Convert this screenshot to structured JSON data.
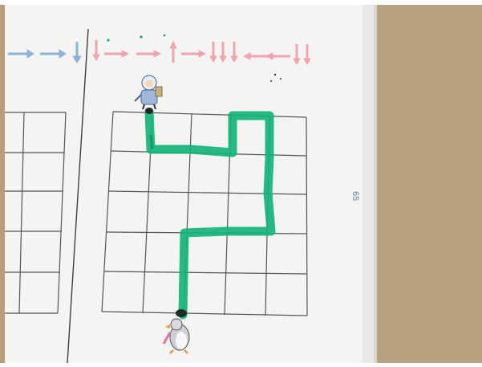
{
  "photo": {
    "page_number": "65",
    "arrow_sequence_left": [
      "right",
      "right",
      "down"
    ],
    "arrow_sequence_right": [
      "down",
      "right",
      "right",
      "up",
      "right",
      "down",
      "down",
      "down",
      "left",
      "left",
      "down",
      "down"
    ],
    "colors": {
      "paper": "#f4f4f2",
      "table": "#b99d78",
      "grid_line": "#555555",
      "path_marker": "#13b37a",
      "arrow_blue": "#8fb3d6",
      "arrow_pink": "#f0a3b0"
    },
    "characters": [
      "explorer-figure",
      "penguin-figure"
    ]
  }
}
